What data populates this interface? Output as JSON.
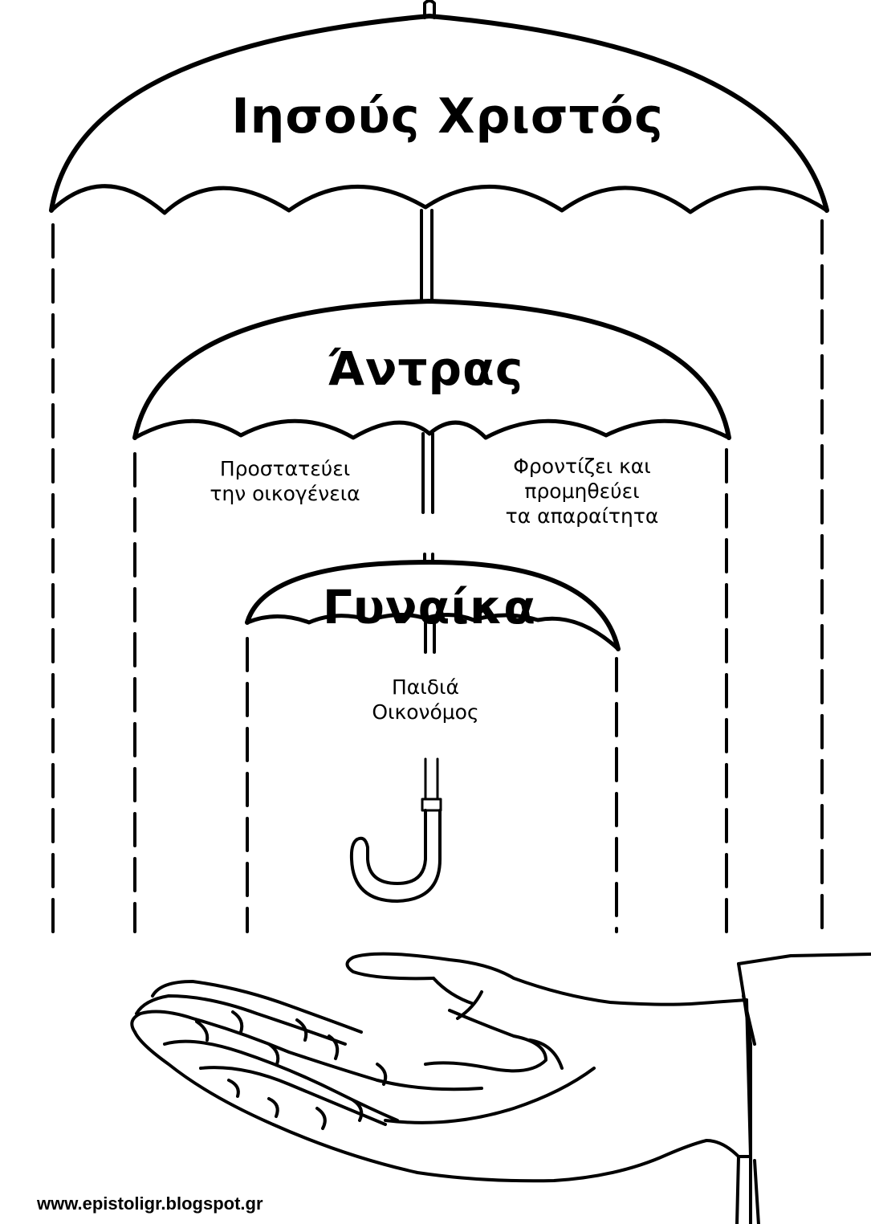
{
  "umbrellas": {
    "top": {
      "title": "Ιησούς Χριστός"
    },
    "middle": {
      "title": "Άντρας",
      "left_line1": "Προστατεύει",
      "left_line2": "την οικογένεια",
      "right_line1": "Φροντίζει και",
      "right_line2": "προμηθεύει",
      "right_line3": "τα απαραίτητα"
    },
    "bottom": {
      "title": "Γυναίκα",
      "line1": "Παιδιά",
      "line2": "Οικονόμος"
    }
  },
  "footer": {
    "url": "www.epistoligr.blogspot.gr"
  },
  "colors": {
    "ink": "#000000",
    "paper": "#ffffff"
  }
}
